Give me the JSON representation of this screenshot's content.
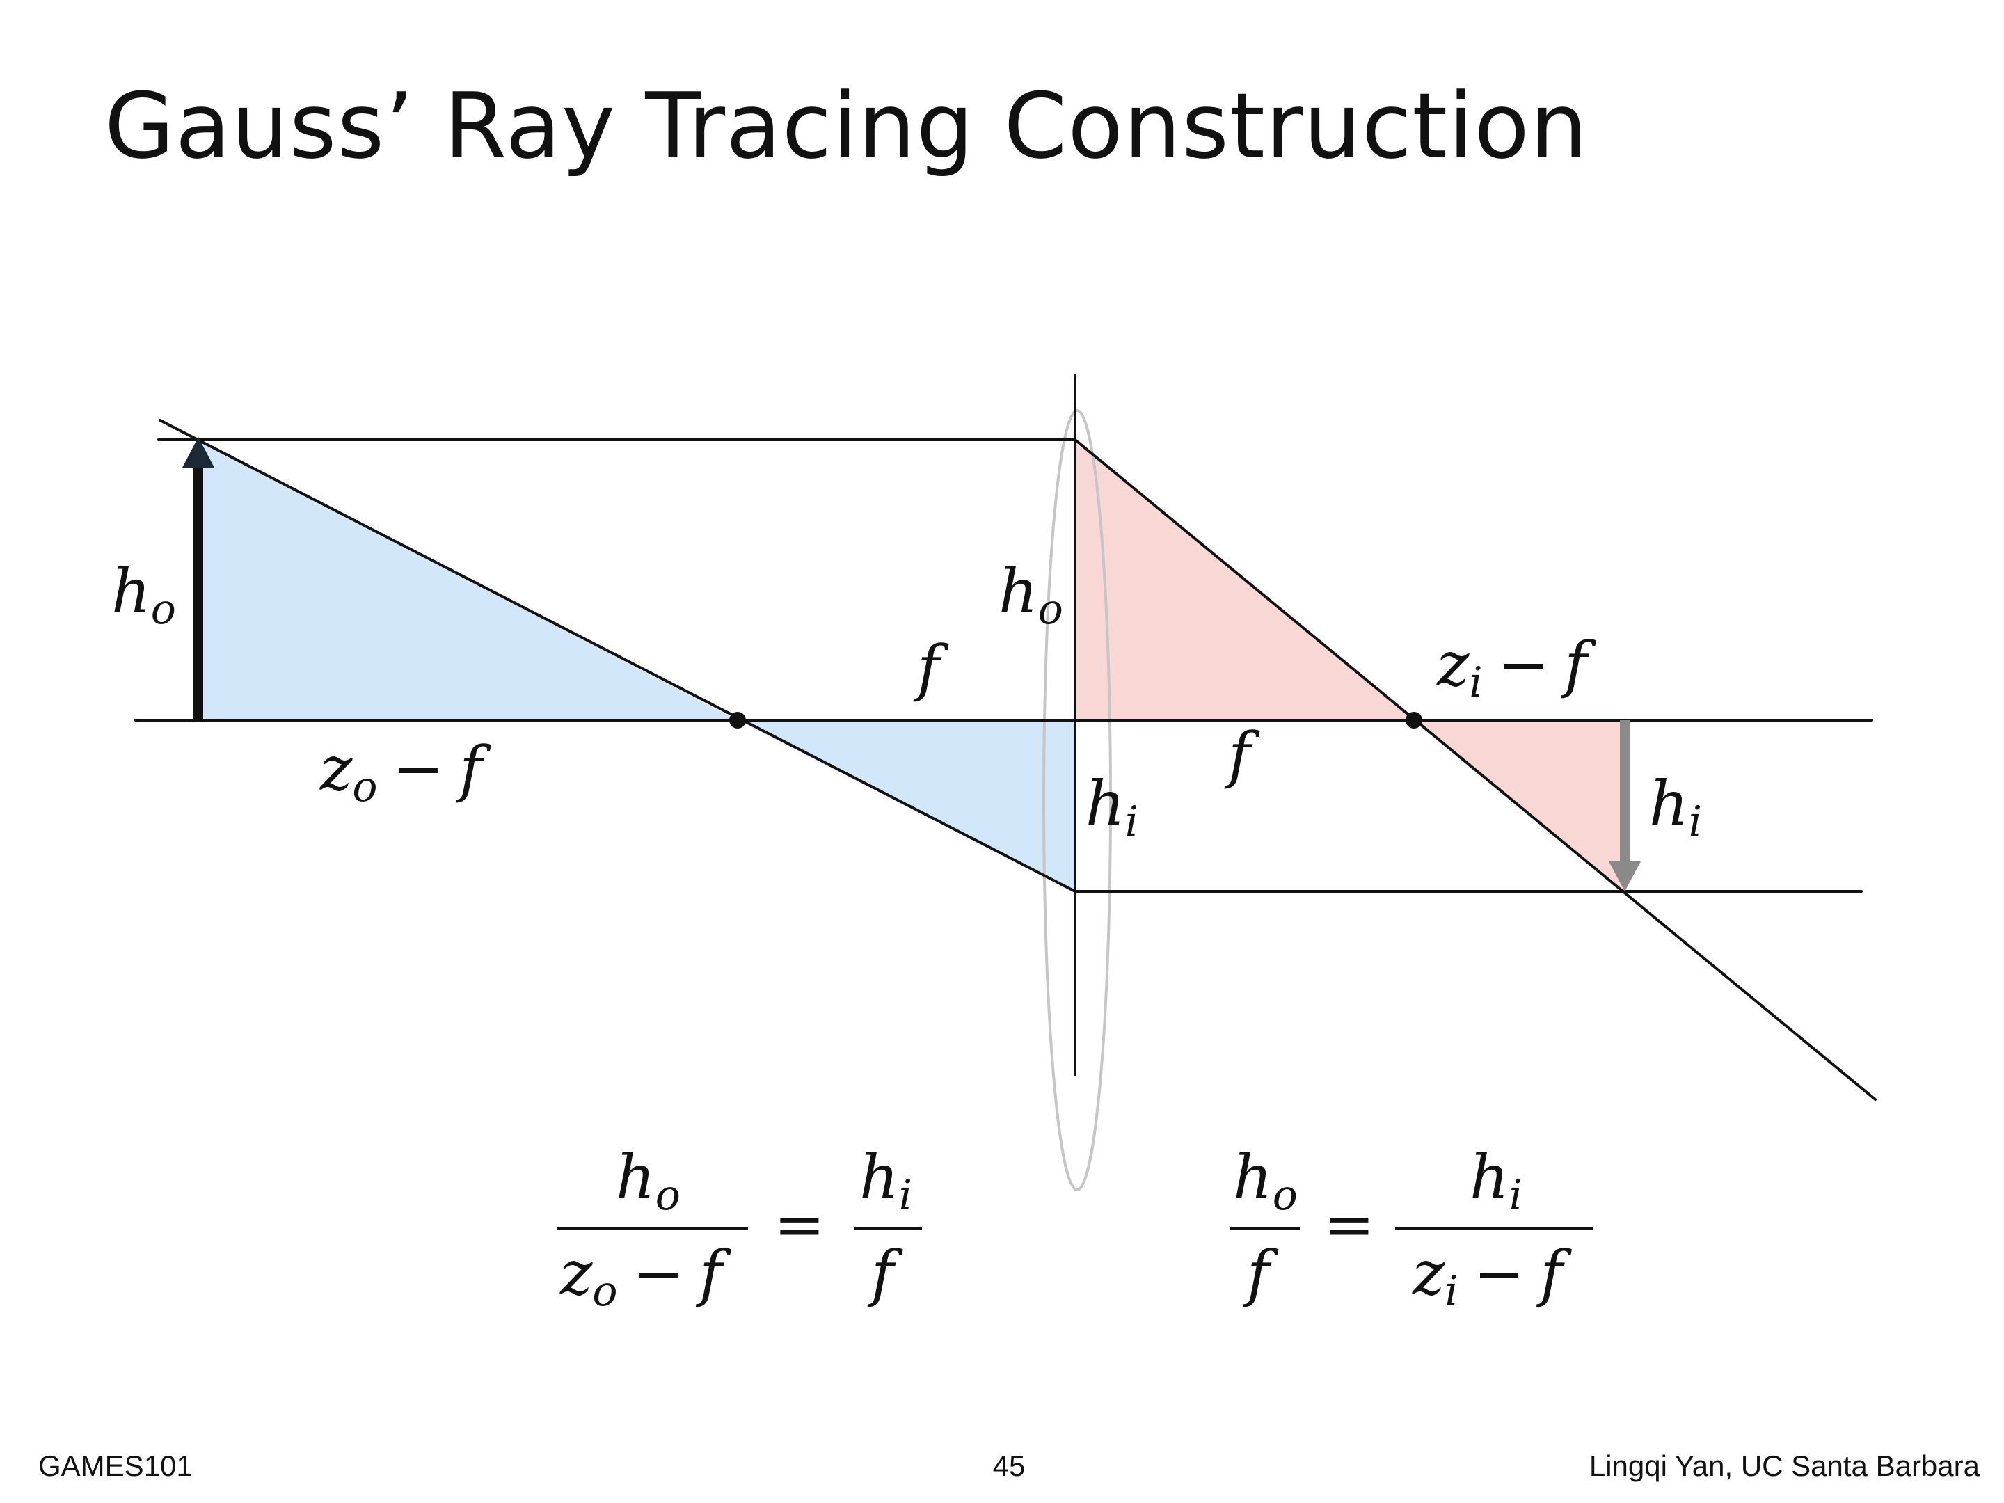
{
  "title": "Gauss’ Ray Tracing Construction",
  "footer": {
    "left": "GAMES101",
    "page_number": "45",
    "right": "Lingqi Yan, UC Santa Barbara"
  },
  "diagram": {
    "colors": {
      "object_triangles": "#d3e7fb",
      "image_triangles": "#f8d7d5",
      "lines": "#111111",
      "lens_outline": "#c6c6c6",
      "image_arrow": "#8a8a8a"
    },
    "labels": {
      "h": "h",
      "sub_o": "o",
      "sub_i": "i",
      "f": "f",
      "z": "z",
      "minus": "−",
      "equals": "="
    }
  }
}
